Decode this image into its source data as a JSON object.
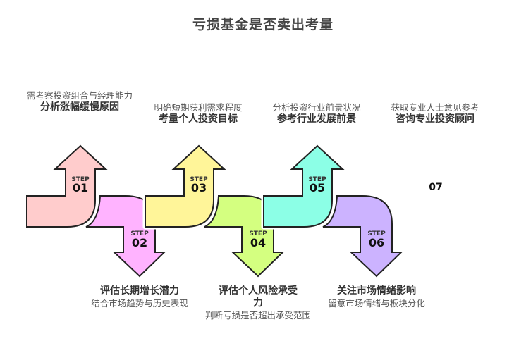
{
  "title": "亏损基金是否卖出考量",
  "step_word": "STEP",
  "steps": [
    {
      "number": "01",
      "direction": "up",
      "color": "#FFCCCC",
      "title": "分析涨幅缓慢原因",
      "description": "需考察投资组合与经理能力"
    },
    {
      "number": "02",
      "direction": "down",
      "color": "#FFB3FF",
      "title": "评估长期增长潜力",
      "description": "结合市场趋势与历史表现"
    },
    {
      "number": "03",
      "direction": "up",
      "color": "#FFF599",
      "title": "考量个人投资目标",
      "description": "明确短期获利需求程度"
    },
    {
      "number": "04",
      "direction": "down",
      "color": "#D4FF80",
      "title": "评估个人风险承受力",
      "description": "判断亏损是否超出承受范围"
    },
    {
      "number": "05",
      "direction": "up",
      "color": "#8CFFE6",
      "title": "参考行业发展前景",
      "description": "分析投资行业前景状况"
    },
    {
      "number": "06",
      "direction": "down",
      "color": "#CCB3FF",
      "title": "关注市场情绪影响",
      "description": "留意市场情绪与板块分化"
    },
    {
      "number": "07",
      "direction": "up",
      "color": "#FFFFFF",
      "title": "咨询专业投资顾问",
      "description": "获取专业人士意见参考"
    }
  ],
  "stroke_color": "#222222"
}
